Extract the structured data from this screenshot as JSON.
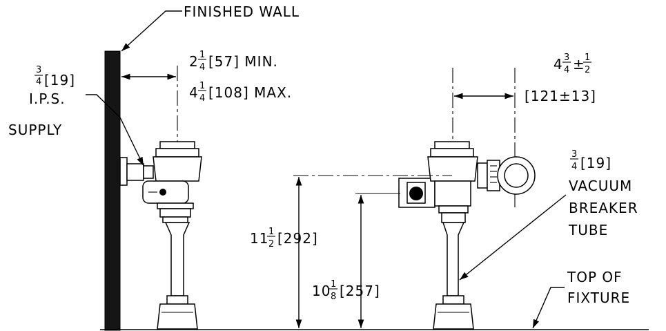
{
  "labels": {
    "finished_wall": "FINISHED WALL",
    "supply_frac_num": "3",
    "supply_frac_den": "4",
    "supply_mm": "[19]",
    "supply_ips": "I.P.S.",
    "supply": "SUPPLY",
    "min_whole": "2",
    "min_num": "1",
    "min_den": "4",
    "min_rest": "[57] MIN.",
    "max_whole": "4",
    "max_num": "1",
    "max_den": "4",
    "max_rest": "[108] MAX.",
    "offset_whole": "4",
    "offset_num": "3",
    "offset_den": "4",
    "offset_pm": "±",
    "offset_tol_num": "1",
    "offset_tol_den": "2",
    "offset_mm": "[121±13]",
    "h1_whole": "11",
    "h1_num": "1",
    "h1_den": "2",
    "h1_mm": "[292]",
    "h2_whole": "10",
    "h2_num": "1",
    "h2_den": "8",
    "h2_mm": "[257]",
    "vb_num": "3",
    "vb_den": "4",
    "vb_mm": "[19]",
    "vacuum": "VACUUM",
    "breaker": "BREAKER",
    "tube": "TUBE",
    "top_of": "TOP OF",
    "fixture": "FIXTURE"
  }
}
